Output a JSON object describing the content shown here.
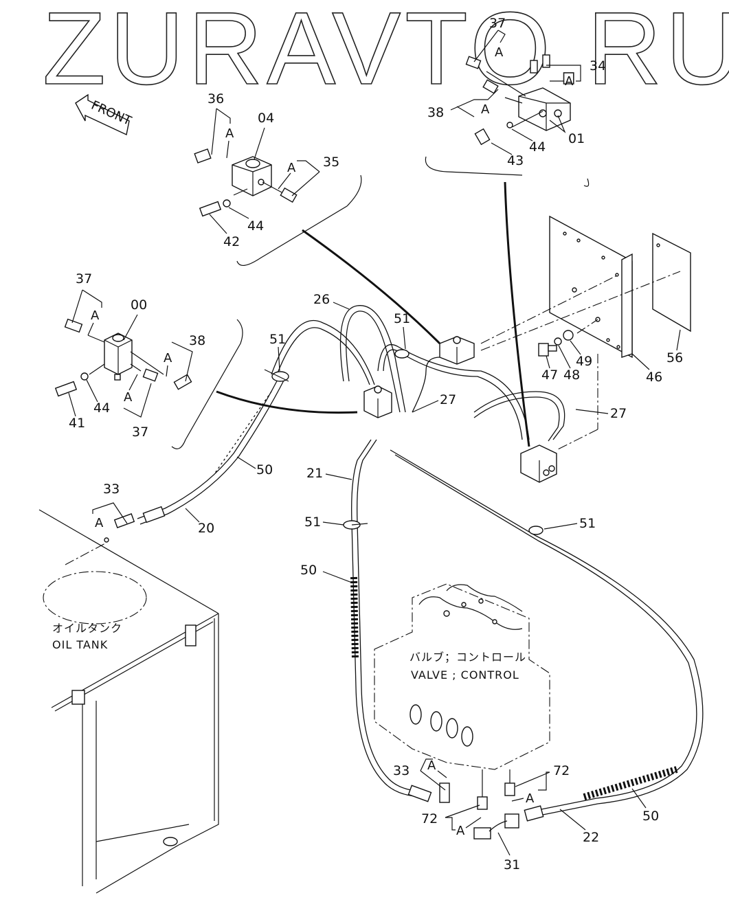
{
  "watermark": "ZURAVTO.RU",
  "direction_indicator": {
    "label": "FRONT"
  },
  "assembly_labels": {
    "oil_tank_jp": "オイルタンク",
    "oil_tank_en": "OIL TANK",
    "valve_jp": "バルブ；コントロール",
    "valve_en": "VALVE ; CONTROL"
  },
  "callouts": {
    "top_right_block": [
      {
        "id": "37",
        "text": "37"
      },
      {
        "id": "A1",
        "text": "A"
      },
      {
        "id": "34",
        "text": "34"
      },
      {
        "id": "A2",
        "text": "A"
      },
      {
        "id": "38",
        "text": "38"
      },
      {
        "id": "A3",
        "text": "A"
      },
      {
        "id": "01",
        "text": "01"
      },
      {
        "id": "44",
        "text": "44"
      },
      {
        "id": "43",
        "text": "43"
      }
    ],
    "top_center_block": [
      {
        "id": "36",
        "text": "36"
      },
      {
        "id": "A1",
        "text": "A"
      },
      {
        "id": "04",
        "text": "04"
      },
      {
        "id": "A2",
        "text": "A"
      },
      {
        "id": "35",
        "text": "35"
      },
      {
        "id": "44",
        "text": "44"
      },
      {
        "id": "42",
        "text": "42"
      }
    ],
    "left_block": [
      {
        "id": "37a",
        "text": "37"
      },
      {
        "id": "A1",
        "text": "A"
      },
      {
        "id": "00",
        "text": "00"
      },
      {
        "id": "38",
        "text": "38"
      },
      {
        "id": "A2",
        "text": "A"
      },
      {
        "id": "A3",
        "text": "A"
      },
      {
        "id": "41",
        "text": "41"
      },
      {
        "id": "44",
        "text": "44"
      },
      {
        "id": "37b",
        "text": "37"
      }
    ],
    "hoses": [
      {
        "id": "26",
        "text": "26"
      },
      {
        "id": "51a",
        "text": "51"
      },
      {
        "id": "51b",
        "text": "51"
      },
      {
        "id": "27a",
        "text": "27"
      },
      {
        "id": "27b",
        "text": "27"
      },
      {
        "id": "50a",
        "text": "50"
      },
      {
        "id": "20",
        "text": "20"
      },
      {
        "id": "33a",
        "text": "33"
      },
      {
        "id": "Aa",
        "text": "A"
      },
      {
        "id": "21",
        "text": "21"
      },
      {
        "id": "51c",
        "text": "51"
      },
      {
        "id": "51d",
        "text": "51"
      },
      {
        "id": "50b",
        "text": "50"
      }
    ],
    "bracket": [
      {
        "id": "47",
        "text": "47"
      },
      {
        "id": "48",
        "text": "48"
      },
      {
        "id": "49",
        "text": "49"
      },
      {
        "id": "46",
        "text": "46"
      },
      {
        "id": "56",
        "text": "56"
      }
    ],
    "valve_fittings": [
      {
        "id": "33b",
        "text": "33"
      },
      {
        "id": "A1",
        "text": "A"
      },
      {
        "id": "72a",
        "text": "72"
      },
      {
        "id": "A2",
        "text": "A"
      },
      {
        "id": "72b",
        "text": "72"
      },
      {
        "id": "A3",
        "text": "A"
      },
      {
        "id": "31",
        "text": "31"
      },
      {
        "id": "22",
        "text": "22"
      },
      {
        "id": "50c",
        "text": "50"
      }
    ]
  }
}
